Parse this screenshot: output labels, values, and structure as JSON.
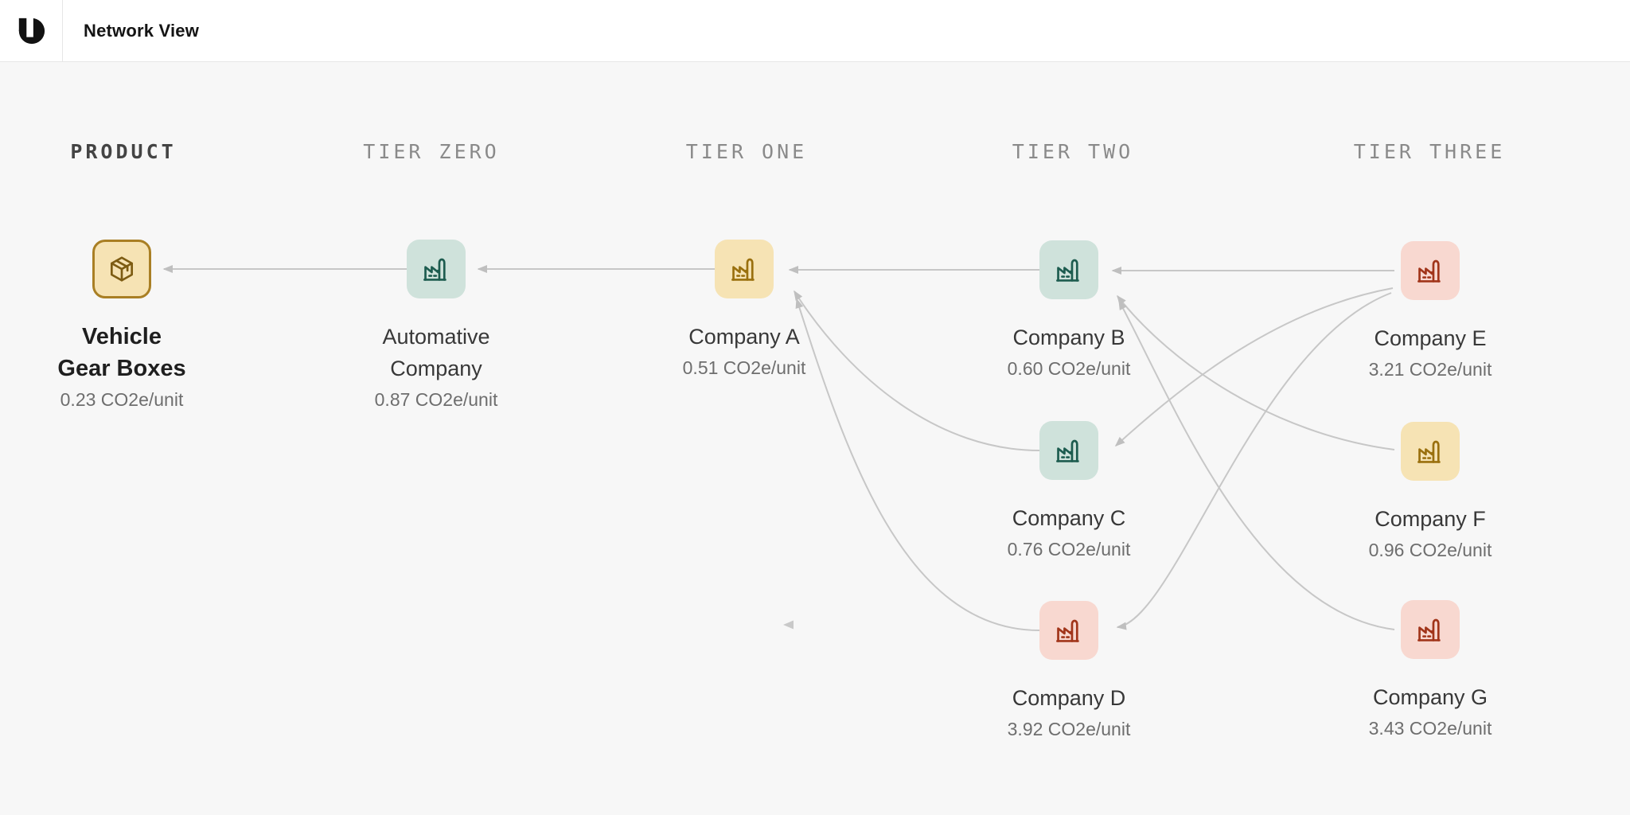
{
  "header": {
    "title": "Network View",
    "logo": "brand-mark"
  },
  "columns": [
    {
      "label": "PRODUCT"
    },
    {
      "label": "TIER ZERO"
    },
    {
      "label": "TIER ONE"
    },
    {
      "label": "TIER TWO"
    },
    {
      "label": "TIER THREE"
    }
  ],
  "nodes": [
    {
      "id": "product",
      "label": "Vehicle Gear Boxes",
      "value": "0.23 CO2e/unit",
      "icon": "package-icon",
      "color": "#f6e3b4",
      "border": "#a97f24",
      "tier": "PRODUCT"
    },
    {
      "id": "tier0",
      "label": "Automative Company",
      "value": "0.87 CO2e/unit",
      "icon": "factory-icon",
      "color": "#cfe2db",
      "tier": "TIER ZERO"
    },
    {
      "id": "a",
      "label": "Company A",
      "value": "0.51 CO2e/unit",
      "icon": "factory-icon",
      "color": "#f6e3b4",
      "tier": "TIER ONE"
    },
    {
      "id": "b",
      "label": "Company B",
      "value": "0.60 CO2e/unit",
      "icon": "factory-icon",
      "color": "#cfe2db",
      "tier": "TIER TWO"
    },
    {
      "id": "c",
      "label": "Company C",
      "value": "0.76 CO2e/unit",
      "icon": "factory-icon",
      "color": "#cfe2db",
      "tier": "TIER TWO"
    },
    {
      "id": "d",
      "label": "Company D",
      "value": "3.92 CO2e/unit",
      "icon": "factory-icon",
      "color": "#f8d8d0",
      "tier": "TIER TWO"
    },
    {
      "id": "e",
      "label": "Company E",
      "value": "3.21 CO2e/unit",
      "icon": "factory-icon",
      "color": "#f8d8d0",
      "tier": "TIER THREE"
    },
    {
      "id": "f",
      "label": "Company F",
      "value": "0.96 CO2e/unit",
      "icon": "factory-icon",
      "color": "#f6e3b4",
      "tier": "TIER THREE"
    },
    {
      "id": "g",
      "label": "Company G",
      "value": "3.43 CO2e/unit",
      "icon": "factory-icon",
      "color": "#f8d8d0",
      "tier": "TIER THREE"
    }
  ],
  "edges": [
    {
      "from": "Automative Company",
      "to": "Vehicle Gear Boxes",
      "style": "straight"
    },
    {
      "from": "Company A",
      "to": "Automative Company",
      "style": "straight"
    },
    {
      "from": "Company B",
      "to": "Company A",
      "style": "straight"
    },
    {
      "from": "Company C",
      "to": "Company A",
      "style": "curve"
    },
    {
      "from": "Company D",
      "to": "Company A",
      "style": "curve"
    },
    {
      "from": "Company E",
      "to": "Company B",
      "style": "straight"
    },
    {
      "from": "Company F",
      "to": "Company B",
      "style": "curve"
    },
    {
      "from": "Company G",
      "to": "Company B",
      "style": "curve"
    },
    {
      "from": "Company E",
      "to": "Company C",
      "style": "curve"
    },
    {
      "from": "Company E",
      "to": "Company D",
      "style": "curve"
    }
  ],
  "colors": {
    "background": "#f7f7f7",
    "header_bg": "#ffffff",
    "edge": "#c7c7c7",
    "teal_bg": "#cfe2db",
    "teal_icon": "#1d5c4f",
    "gold_bg": "#f6e3b4",
    "gold_icon": "#9a700e",
    "red_bg": "#f8d8d0",
    "red_icon": "#a1351a",
    "product_border": "#a97f24"
  }
}
